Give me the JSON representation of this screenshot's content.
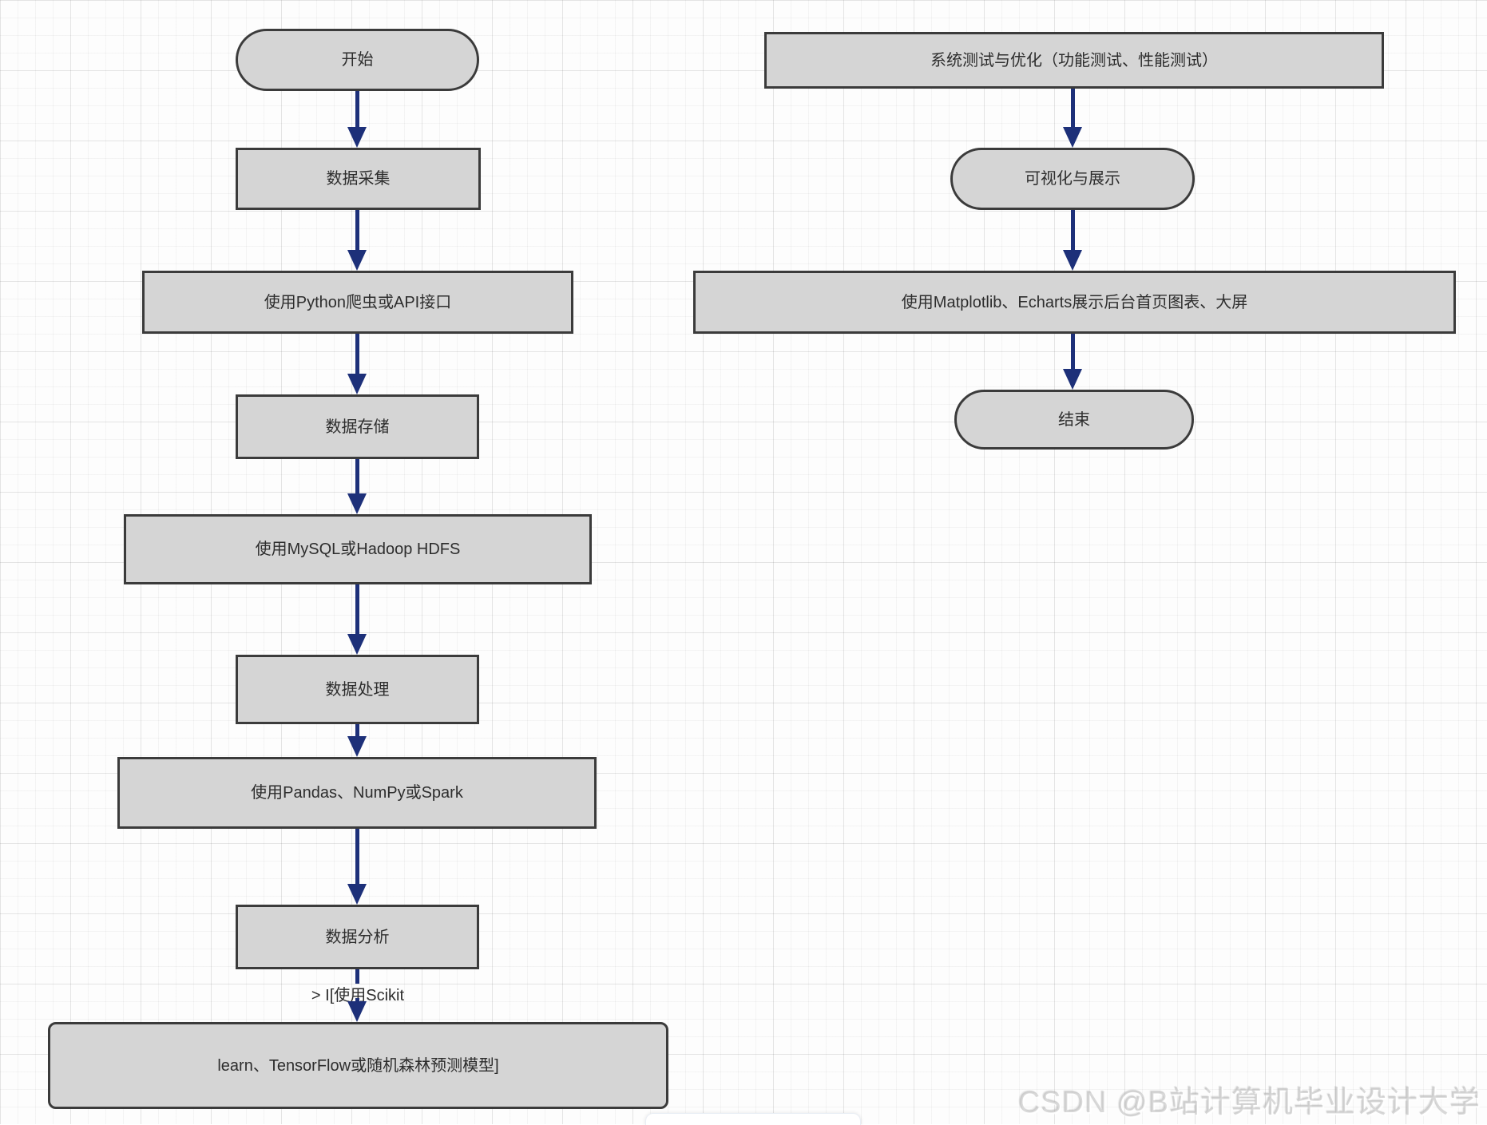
{
  "flowchart": {
    "left": {
      "nodes": [
        {
          "label": "开始",
          "shape": "stadium"
        },
        {
          "label": "数据采集",
          "shape": "rect"
        },
        {
          "label": "使用Python爬虫或API接口",
          "shape": "rect"
        },
        {
          "label": "数据存储",
          "shape": "rect"
        },
        {
          "label": "使用MySQL或Hadoop HDFS",
          "shape": "rect"
        },
        {
          "label": "数据处理",
          "shape": "rect"
        },
        {
          "label": "使用Pandas、NumPy或Spark",
          "shape": "rect"
        },
        {
          "label": "数据分析",
          "shape": "rect"
        },
        {
          "label": "learn、TensorFlow或随机森林预测模型]",
          "shape": "rounded-rect"
        }
      ],
      "edge_label": "> I[使用Scikit"
    },
    "right": {
      "nodes": [
        {
          "label": "系统测试与优化（功能测试、性能测试）",
          "shape": "rect"
        },
        {
          "label": "可视化与展示",
          "shape": "stadium"
        },
        {
          "label": "使用Matplotlib、Echarts展示后台首页图表、大屏",
          "shape": "rect"
        },
        {
          "label": "结束",
          "shape": "stadium"
        }
      ]
    }
  },
  "watermark": "CSDN @B站计算机毕业设计大学",
  "colors": {
    "node_fill": "#d5d5d5",
    "node_border": "#3b3b3b",
    "arrow": "#1d3079",
    "canvas": "#fdfdfd"
  }
}
